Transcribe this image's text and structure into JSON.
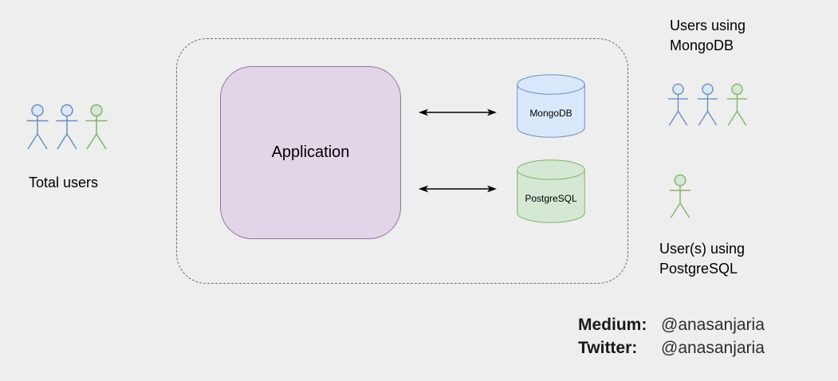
{
  "palette": {
    "background": "#eeeeee",
    "application_fill": "#e1d5e7",
    "application_stroke": "#9673a6",
    "mongodb_fill": "#dae8fc",
    "mongodb_stroke": "#6c8ebf",
    "postgresql_fill": "#d5e8d4",
    "postgresql_stroke": "#82b366",
    "blue_user_stroke": "#6c8ebf",
    "blue_user_fill": "#dae8fc",
    "green_user_stroke": "#82b366",
    "green_user_fill": "#d5e8d4",
    "boundary_stroke": "#6b6b6b",
    "arrow": "#000000"
  },
  "diagram": {
    "total_users_label": "Total users",
    "application_label": "Application",
    "mongodb_label": "MongoDB",
    "postgresql_label": "PostgreSQL",
    "mongo_users_label": "Users using MongoDB",
    "postgres_users_label": "User(s) using PostgreSQL"
  },
  "figures": {
    "total_users": [
      "blue",
      "blue",
      "green"
    ],
    "mongodb_users": [
      "blue",
      "blue",
      "green"
    ],
    "postgresql_users": [
      "green"
    ]
  },
  "footer": {
    "medium_label": "Medium:",
    "medium_handle": "@anasanjaria",
    "twitter_label": "Twitter:",
    "twitter_handle": "@anasanjaria"
  }
}
